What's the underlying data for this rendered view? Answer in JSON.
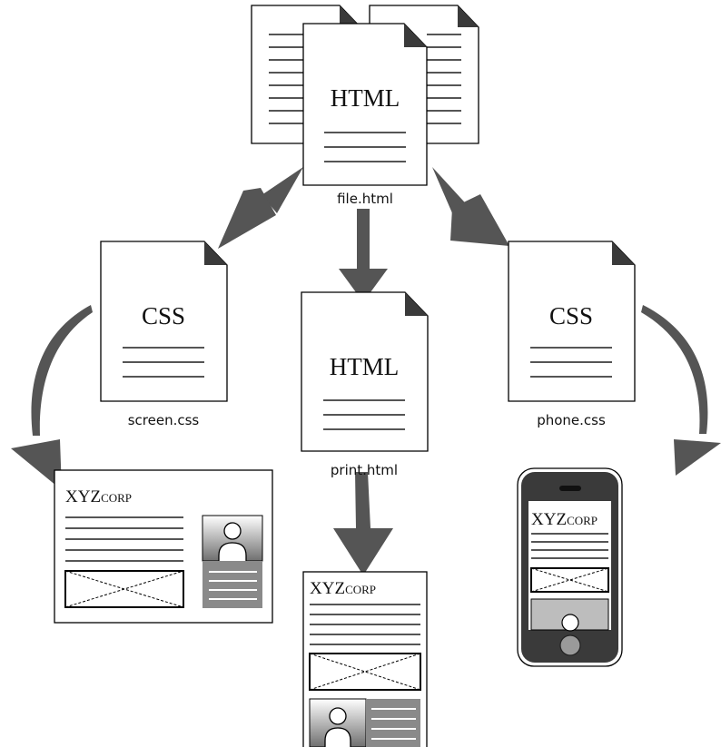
{
  "diagram": {
    "source_doc": {
      "doc_text": "HTML",
      "filename": "file.html"
    },
    "screen_doc": {
      "doc_text": "CSS",
      "filename": "screen.css"
    },
    "print_doc": {
      "doc_text": "HTML",
      "filename": "print.html"
    },
    "phone_doc": {
      "doc_text": "CSS",
      "filename": "phone.css"
    },
    "brand": {
      "main": "XYZ",
      "suffix": "CORP"
    }
  },
  "colors": {
    "arrow": "#555555",
    "stroke": "#000000",
    "fold": "#3a3a3a",
    "gray_panel": "#8a8a8a",
    "phone_body": "#3a3a3a",
    "phone_screen": "#ffffff",
    "photo_bg": "#bdbdbd"
  },
  "icons": [
    "document-icon",
    "photo-placeholder-icon",
    "image-placeholder-icon",
    "smartphone-icon",
    "arrow-icon"
  ]
}
